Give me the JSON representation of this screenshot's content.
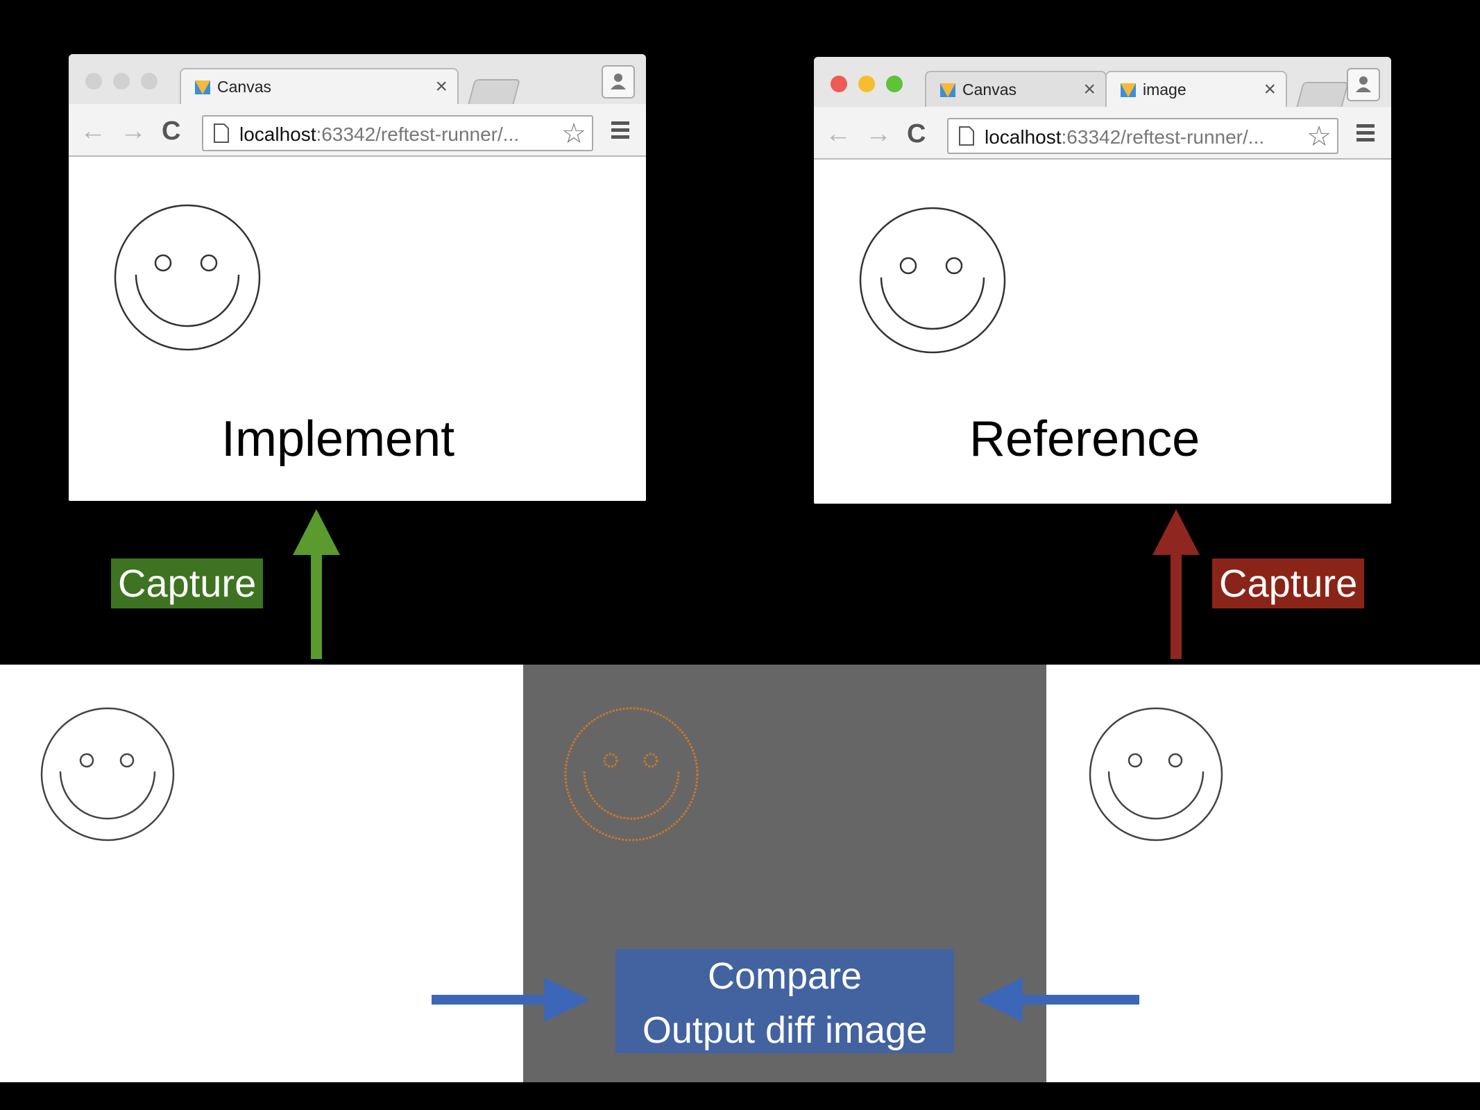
{
  "left_window": {
    "tab_label": "Canvas",
    "url_host": "localhost",
    "url_rest": ":63342/reftest-runner/...",
    "caption": "Implement"
  },
  "right_window": {
    "tabs": [
      {
        "label": "Canvas"
      },
      {
        "label": "image"
      }
    ],
    "url_host": "localhost",
    "url_rest": ":63342/reftest-runner/...",
    "caption": "Reference"
  },
  "left_capture": {
    "label": "Capture",
    "color": "#3e7322",
    "arrow_color": "#5a9a2e"
  },
  "right_capture": {
    "label": "Capture",
    "color": "#8a2418",
    "arrow_color": "#8f2620"
  },
  "compare": {
    "line1": "Compare",
    "line2": "Output diff image",
    "color": "#4262a0",
    "arrow_color": "#3c66b8"
  },
  "panels": {
    "implement_bg": "#ffffff",
    "diff_bg": "#666666",
    "diff_stroke": "#c9782a",
    "reference_bg": "#ffffff"
  },
  "icons": {
    "close": "×",
    "back": "←",
    "forward": "→",
    "reload": "C",
    "star": "☆"
  }
}
